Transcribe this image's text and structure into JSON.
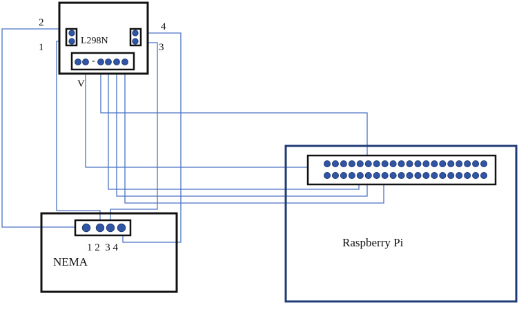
{
  "labels": {
    "l298n": "L298N",
    "raspberry_pi": "Raspberry Pi",
    "nema": "NEMA",
    "l298n_left_top": "2",
    "l298n_left_bottom": "1",
    "l298n_right_top": "4",
    "l298n_right_bottom": "3",
    "l298n_dash": "-",
    "l298n_partial": "V",
    "nema_pins": "1 2  3 4"
  },
  "colors": {
    "wire": "#4a72c4",
    "pin": "#2f55a4",
    "pi_border": "#1f3b77",
    "box_border": "#111111"
  }
}
